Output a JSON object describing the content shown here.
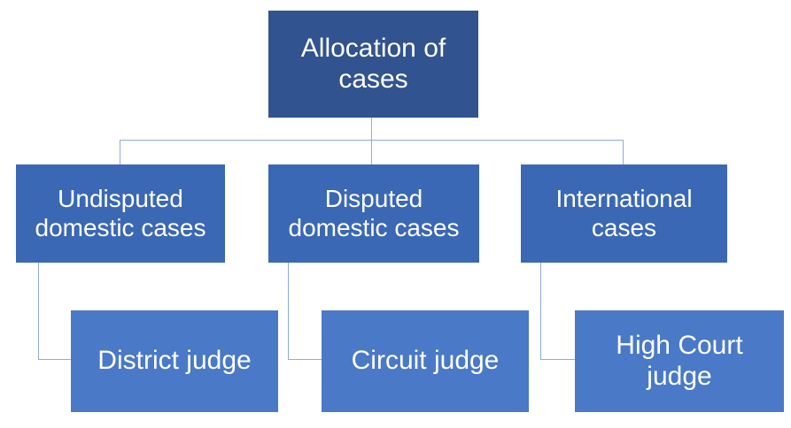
{
  "diagram": {
    "title_text": "Allocation of cases",
    "type": "org-chart",
    "colors": {
      "root_fill": "#31538F",
      "level2_fill": "#3B68B4",
      "level3_fill": "#4A79C8",
      "connector_line": "#8FAADC",
      "text": "#FFFFFF",
      "background": "#FFFFFF"
    },
    "root": {
      "label_line1": "Allocation of",
      "label_line2": "cases"
    },
    "branches": [
      {
        "label_line1": "Undisputed",
        "label_line2": "domestic cases",
        "child_label_line1": "District judge",
        "child_label_line2": ""
      },
      {
        "label_line1": "Disputed",
        "label_line2": "domestic cases",
        "child_label_line1": "Circuit judge",
        "child_label_line2": ""
      },
      {
        "label_line1": "International",
        "label_line2": "cases",
        "child_label_line1": "High Court",
        "child_label_line2": "judge"
      }
    ]
  }
}
